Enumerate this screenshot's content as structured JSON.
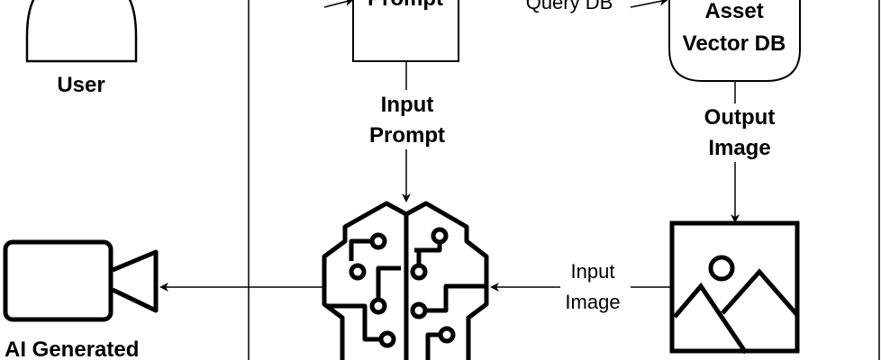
{
  "nodes": {
    "user": "User",
    "prompt": "Prompt",
    "db_line1": "Asset",
    "db_line2": "Vector DB",
    "output_video": "AI Generated"
  },
  "edges": {
    "query_db": "Query DB",
    "input_prompt_1": "Input",
    "input_prompt_2": "Prompt",
    "output_image_1": "Output",
    "output_image_2": "Image",
    "input_image_1": "Input",
    "input_image_2": "Image"
  },
  "colors": {
    "stroke": "#000000",
    "background": "#ffffff"
  }
}
